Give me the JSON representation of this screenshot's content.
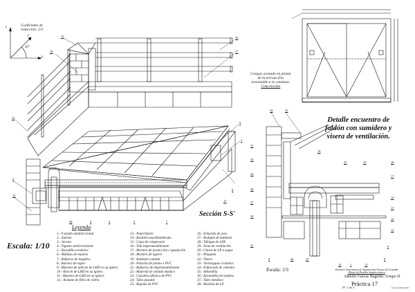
{
  "axes": {
    "caption": [
      "Coeficiente de",
      "reducción: 2/3"
    ],
    "angle": "45°",
    "labels": [
      "z",
      "y",
      "x"
    ]
  },
  "plan_sketch": {
    "caption": [
      "Croquis acotado en planta",
      "de la terraza fría",
      "transitable a la catalana."
    ],
    "scale": "Cota encima"
  },
  "detail_title": [
    "Detalle encuentro de",
    "faldón con sumidero y",
    "visera de ventilación."
  ],
  "section_title": "Sección S-S'",
  "scale_main": "Escala: 1/10",
  "scale_detail": "Escala: 1/5",
  "legend": {
    "title": "Leyenda",
    "columns": [
      [
        "1.- Forjado unidireccional",
        "2.- Zuncho",
        "3.- Jácena",
        "4.- Vigueta semirresistente",
        "5.- Bovedilla cerámica",
        "6.- Mallazo de reparto",
        "7.- Refuerzo de negativo",
        "8.- Barrera de vapor",
        "9.- Maestra de tabicón de LHD en su ignero",
        "10.- Rincón de LHD en su ignero",
        "11.- Maestra de LHD en su ignero",
        "12.- Aislante de fibra de vidrio"
      ],
      [
        "13.- Papel fuerte",
        "14.- Rasillón machihembrado",
        "15.- Capa de compresión",
        "16.- Tela impermeabilizante",
        "17.- Mortero de protección e igualación",
        "18.- Mortero de agarre",
        "19.- Baldosín catalán",
        "20.- Plancha de plomo o PVC",
        "21.- Refuerzo de impermeabilizante",
        "22.- Material de sellado elástico",
        "23.- Cazoleta sifónica de PVC",
        "24.- Tubo pasante",
        "25.- Bajante de PVC"
      ],
      [
        "26.- Enlucido de yeso",
        "27.- Rodapié de baldosín",
        "28.- Tabique de LHS",
        "29.- Zona de ventilación",
        "30.- Citara de LP a sogas",
        "31.- Plaqueta",
        "32.- Visera",
        "33.- Vierteaguas cerámico",
        "34.- Enfoscado de cemento",
        "35.- Albardilla",
        "36.- Barandilla de madera",
        "37.- Tubo metálico",
        "38.- Machón de LP"
      ]
    ]
  },
  "title_block": {
    "school": [
      "Escuela Universitaria de Arquitectura Técnica de Granada",
      "Dibujo de Detalles Arquitectónicos"
    ],
    "author": "Alberto García Negrillo. Grupo D",
    "practice": "Práctica 17",
    "sheet": "Nº. 1 de 1",
    "course": "Curso 2009-2010"
  },
  "callouts": {
    "isometric": [
      "15",
      "18",
      "36",
      "37",
      "35",
      "9",
      "1",
      "2",
      "12",
      "28",
      "6",
      "4",
      "5",
      "7",
      "11",
      "8",
      "10",
      "22"
    ],
    "detail": [
      "34",
      "33",
      "31",
      "32",
      "29",
      "28",
      "27",
      "30",
      "31",
      "16",
      "23",
      "19",
      "18",
      "17",
      "14",
      "13",
      "14",
      "12",
      "8",
      "9",
      "24",
      "25",
      "12",
      "1",
      "13",
      "8"
    ]
  },
  "colors": {
    "ink": "#111111",
    "paper": "#ffffff"
  }
}
